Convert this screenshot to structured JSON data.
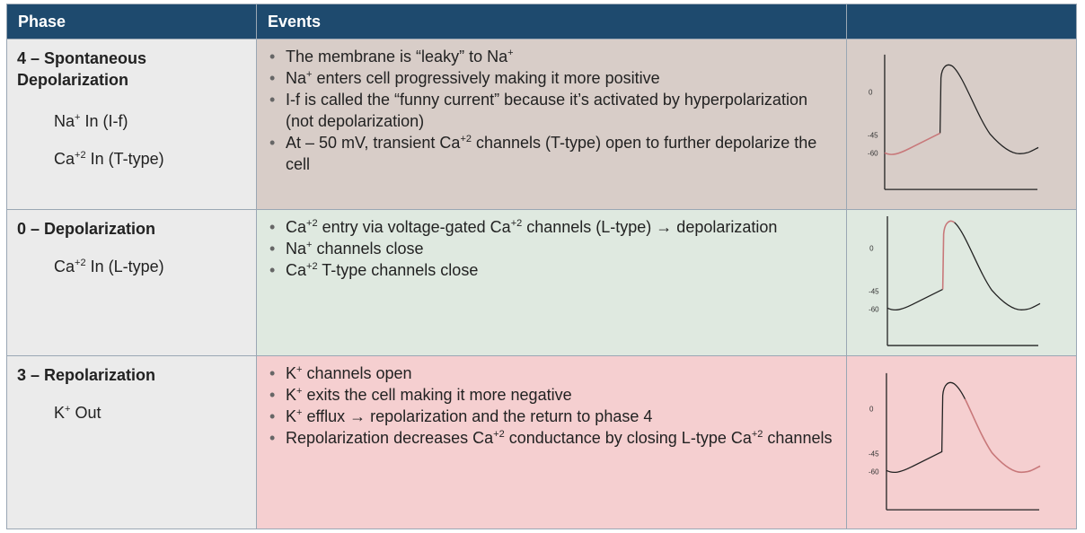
{
  "header": {
    "phase": "Phase",
    "events": "Events",
    "graph": ""
  },
  "rows": [
    {
      "title_line1": "4 – Spontaneous",
      "title_line2": "Depolarization",
      "ion1": {
        "pre": "Na",
        "sup": "+",
        "post": " In (I-f)"
      },
      "ion2": {
        "pre": "Ca",
        "sup": "+2",
        "post": " In (T-type)"
      },
      "events": [
        {
          "a": "The membrane is “leaky” to Na",
          "s": "+",
          "b": ""
        },
        {
          "a": "Na",
          "s": "+",
          "b": " enters cell progressively making it more positive"
        },
        {
          "a": "I-f is called the “funny current” because it’s activated by hyperpolarization (not depolarization)",
          "s": "",
          "b": ""
        },
        {
          "a": "At – 50 mV, transient Ca",
          "s": "+2",
          "b": " channels (T-type) open to further depolarize the cell"
        }
      ],
      "graph": {
        "label_0": "0",
        "label_45": "-45",
        "label_60": "-60",
        "highlight": "phase-4"
      }
    },
    {
      "title_line1": "0 – Depolarization",
      "ion1": {
        "pre": "Ca",
        "sup": "+2",
        "post": " In (L-type)"
      },
      "events": [
        {
          "a": "Ca",
          "s": "+2",
          "b": " entry via voltage-gated Ca",
          "s2": "+2",
          "c": " channels (L-type) → depolarization"
        },
        {
          "a": "Na",
          "s": "+",
          "b": " channels close"
        },
        {
          "a": "Ca",
          "s": "+2",
          "b": " T-type channels close"
        }
      ],
      "graph": {
        "label_0": "0",
        "label_45": "-45",
        "label_60": "-60",
        "highlight": "phase-0"
      }
    },
    {
      "title_line1": "3 – Repolarization",
      "ion1": {
        "pre": "K",
        "sup": "+",
        "post": " Out"
      },
      "events": [
        {
          "a": "K",
          "s": "+",
          "b": " channels open"
        },
        {
          "a": "K",
          "s": "+",
          "b": " exits the cell making it more negative"
        },
        {
          "a": "K",
          "s": "+",
          "b": " efflux → repolarization and the return to phase 4"
        },
        {
          "a": "Repolarization decreases Ca",
          "s": "+2",
          "b": " conductance by closing L-type Ca",
          "s2": "+2",
          "c": " channels"
        }
      ],
      "graph": {
        "label_0": "0",
        "label_45": "-45",
        "label_60": "-60",
        "highlight": "phase-3"
      }
    }
  ],
  "colors": {
    "header_bg": "#1e4a6e",
    "highlight": "#c8787a",
    "trace": "#222222"
  }
}
